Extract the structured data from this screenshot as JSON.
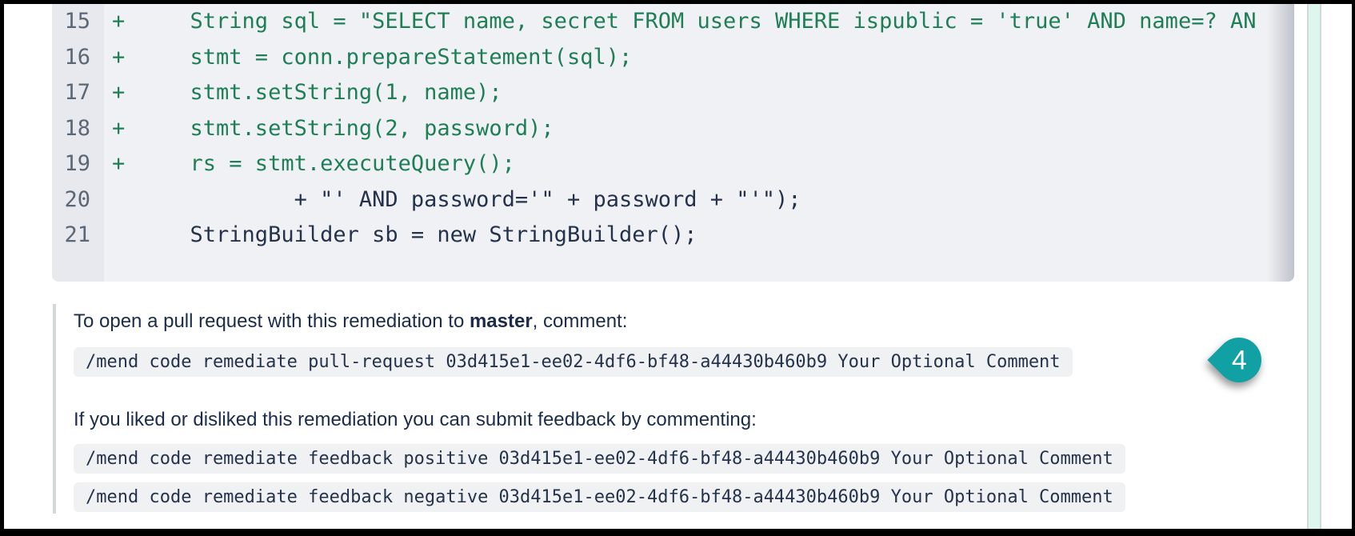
{
  "diff": {
    "lines": [
      {
        "number": "15",
        "type": "added",
        "text": "+     String sql = \"SELECT name, secret FROM users WHERE ispublic = 'true' AND name=? AN"
      },
      {
        "number": "16",
        "type": "added",
        "text": "+     stmt = conn.prepareStatement(sql);"
      },
      {
        "number": "17",
        "type": "added",
        "text": "+     stmt.setString(1, name);"
      },
      {
        "number": "18",
        "type": "added",
        "text": "+     stmt.setString(2, password);"
      },
      {
        "number": "19",
        "type": "added",
        "text": "+     rs = stmt.executeQuery();"
      },
      {
        "number": "20",
        "type": "context",
        "text": "              + \"' AND password='\" + password + \"'\");"
      },
      {
        "number": "21",
        "type": "context",
        "text": "      StringBuilder sb = new StringBuilder();"
      }
    ]
  },
  "instructions": {
    "pr_text_prefix": "To open a pull request with this remediation to ",
    "pr_branch": "master",
    "pr_text_suffix": ", comment:",
    "pr_command": "/mend code remediate pull-request 03d415e1-ee02-4df6-bf48-a44430b460b9 Your Optional Comment",
    "feedback_text": "If you liked or disliked this remediation you can submit feedback by commenting:",
    "feedback_positive_command": "/mend code remediate feedback positive 03d415e1-ee02-4df6-bf48-a44430b460b9 Your Optional Comment",
    "feedback_negative_command": "/mend code remediate feedback negative 03d415e1-ee02-4df6-bf48-a44430b460b9 Your Optional Comment"
  },
  "annotation": {
    "badge_label": "4"
  },
  "colors": {
    "added_green": "#1e7e55",
    "code_navy": "#24324b",
    "text_navy": "#1b2b4b",
    "badge_teal": "#11a1a5",
    "strip_mint": "#ddf7ec",
    "chip_bg": "#f0f1f3",
    "code_bg": "#f0f1f4",
    "gutter_bg": "#e7e9ee"
  }
}
